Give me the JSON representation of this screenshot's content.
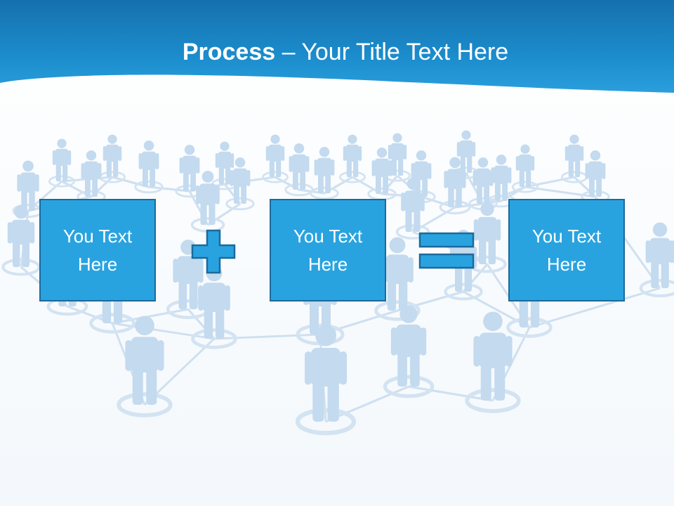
{
  "title": {
    "bold": "Process",
    "rest": " – Your Title Text Here"
  },
  "boxes": [
    {
      "text": "You Text Here"
    },
    {
      "text": "You Text Here"
    },
    {
      "text": "You Text Here"
    }
  ],
  "operators": [
    {
      "icon": "plus-icon"
    },
    {
      "icon": "equals-icon"
    }
  ],
  "colors": {
    "header": "#1a8fd0",
    "box_fill": "#29a3e0",
    "box_border": "#1b6a9c",
    "figure": "#bfd7ee",
    "background": "#f4f9fd"
  }
}
